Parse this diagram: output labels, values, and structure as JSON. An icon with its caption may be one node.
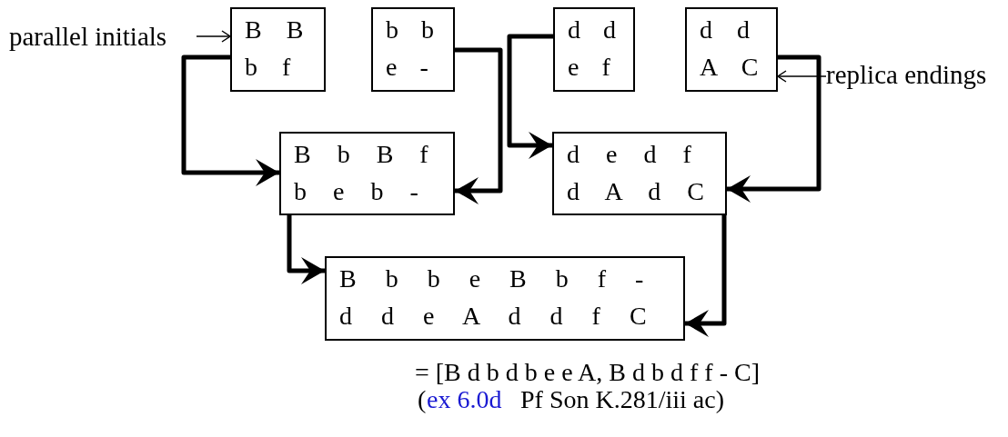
{
  "diagram": {
    "nodes": [
      {
        "text": [
          "parallel initials"
        ]
      },
      {
        "text": [
          "B B",
          "b f"
        ]
      },
      {
        "text": [
          "b b",
          "e -"
        ]
      },
      {
        "text": [
          "d d",
          "e f"
        ]
      },
      {
        "text": [
          "d d",
          "A C"
        ]
      },
      {
        "text": [
          "replica endings"
        ]
      },
      {
        "text": [
          "B b B f",
          "b e b -"
        ]
      },
      {
        "text": [
          "d e d f",
          "d A d C"
        ]
      },
      {
        "text": [
          "B b b e B b f -",
          "d d e A d d f C"
        ]
      }
    ],
    "edges": [
      {
        "from": 0,
        "to": 1,
        "arrow": "to"
      },
      {
        "from": 1,
        "to": 6,
        "arrow": "to"
      },
      {
        "from": 2,
        "to": 6,
        "arrow": "to"
      },
      {
        "from": 3,
        "to": 7,
        "arrow": "to"
      },
      {
        "from": 4,
        "to": 7,
        "arrow": "to"
      },
      {
        "from": 5,
        "to": 4,
        "arrow": "to"
      },
      {
        "from": 6,
        "to": 8,
        "arrow": "to"
      },
      {
        "from": 7,
        "to": 8,
        "arrow": "to"
      }
    ],
    "labels": [
      "= [B d b d b e e A, B d b d f f - C]",
      "(",
      "ex 6.0d",
      "Pf Son K.281/iii ac)"
    ]
  }
}
